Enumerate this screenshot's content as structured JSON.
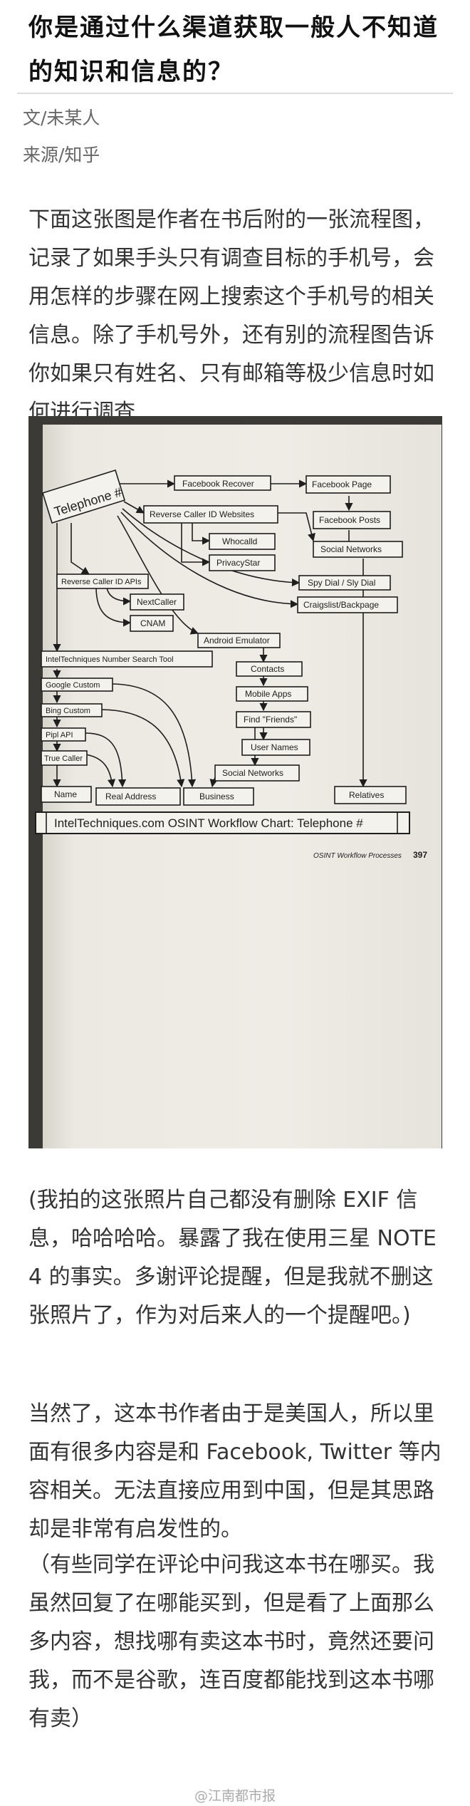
{
  "article": {
    "title": "你是通过什么渠道获取一般人不知道的知识和信息的？",
    "author": "文/未某人",
    "source": "来源/知乎",
    "paragraphs": [
      "下面这张图是作者在书后附的一张流程图，记录了如果手头只有调查目标的手机号，会用怎样的步骤在网上搜索这个手机号的相关信息。除了手机号外，还有别的流程图告诉你如果只有姓名、只有邮箱等极少信息时如何进行调查",
      "(我拍的这张照片自己都没有删除 EXIF 信息，哈哈哈哈。暴露了我在使用三星 NOTE 4 的事实。多谢评论提醒，但是我就不删这张照片了，作为对后来人的一个提醒吧。)",
      "当然了，这本书作者由于是美国人，所以里面有很多内容是和 Facebook, Twitter 等内容相关。无法直接应用到中国，但是其思路却是非常有启发性的。",
      "（有些同学在评论中问我这本书在哪买。我虽然回复了在哪能买到，但是看了上面那么多内容，想找哪有卖这本书时，竟然还要问我，而不是谷歌，连百度都能找到这本书哪有卖）"
    ]
  },
  "flowchart": {
    "start": "Telephone #",
    "nodes": {
      "facebook_recover": "Facebook Recover",
      "facebook_page": "Facebook Page",
      "reverse_caller_id_websites": "Reverse Caller ID Websites",
      "facebook_posts": "Facebook Posts",
      "whocalld": "Whocalld",
      "social_networks_top": "Social Networks",
      "privacystar": "PrivacyStar",
      "reverse_caller_id_apis": "Reverse Caller ID APIs",
      "spy_dial": "Spy Dial / Sly Dial",
      "nextcaller": "NextCaller",
      "craigslist": "Craigslist/Backpage",
      "cnam": "CNAM",
      "android_emulator": "Android Emulator",
      "inteltechniques_tool": "IntelTechniques Number Search Tool",
      "contacts": "Contacts",
      "google_custom": "Google Custom",
      "mobile_apps": "Mobile Apps",
      "bing_custom": "Bing Custom",
      "find_friends": "Find \"Friends\"",
      "pipl_api": "Pipl API",
      "true_caller": "True Caller",
      "user_names": "User Names",
      "social_networks_bottom": "Social Networks",
      "name": "Name",
      "real_address": "Real Address",
      "business": "Business",
      "relatives": "Relatives"
    },
    "banner": "IntelTechniques.com OSINT Workflow Chart: Telephone #",
    "page_footer": "OSINT Workflow Processes",
    "page_number": "397"
  },
  "footer": {
    "watermark": "@江南都市报"
  }
}
